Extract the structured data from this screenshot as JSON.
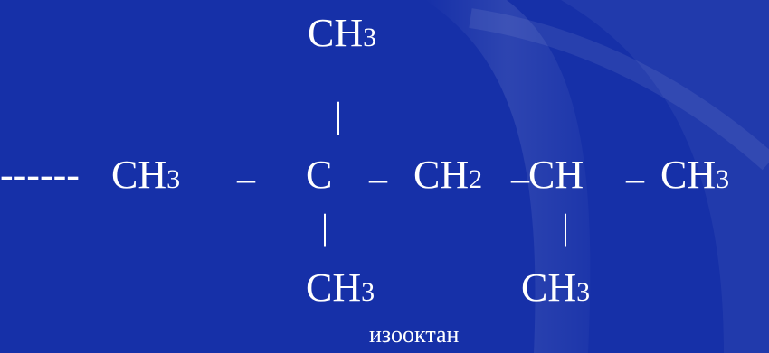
{
  "background_color": "#1630a8",
  "text_color": "#ffffff",
  "formula": {
    "top_group": {
      "main": "CH",
      "sub": "3"
    },
    "top_bond": "|",
    "main_chain": {
      "dashes": "------",
      "g1": {
        "main": "CH",
        "sub": "3"
      },
      "b1": "–",
      "g2": {
        "main": "C"
      },
      "b2": "–",
      "g3": {
        "main": "CH",
        "sub": "2"
      },
      "b3": "–",
      "g4": {
        "main": "CH"
      },
      "b4": "–",
      "g5": {
        "main": "CH",
        "sub": "3"
      }
    },
    "bottom_bond_left": "|",
    "bottom_bond_right": "|",
    "bottom_group_left": {
      "main": "CH",
      "sub": "3"
    },
    "bottom_group_right": {
      "main": "CH",
      "sub": "3"
    }
  },
  "caption": "изооктан"
}
